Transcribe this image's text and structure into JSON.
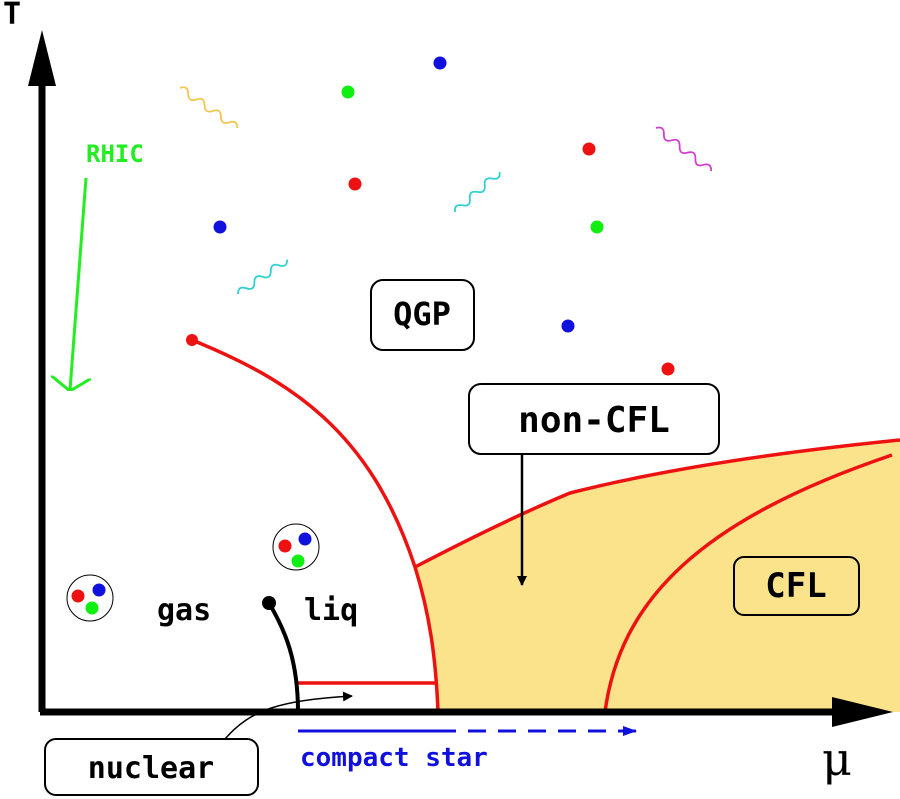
{
  "axes": {
    "y_label": "T",
    "x_label": "μ"
  },
  "labels": {
    "rhic": "RHIC",
    "qgp": "QGP",
    "non_cfl": "non-CFL",
    "cfl": "CFL",
    "gas": "gas",
    "liq": "liq",
    "nuclear": "nuclear",
    "compact_star": "compact star"
  },
  "colors": {
    "phase_boundary": "#ee1111",
    "cfl_region": "#fbe38c",
    "rhic": "#22ee22",
    "compact_star": "#1010dd",
    "axis": "#000000",
    "quark_red": "#ee1111",
    "quark_green": "#11ee11",
    "quark_blue": "#1111dd",
    "gluon_yellow": "#f0c850",
    "gluon_cyan": "#30d0d0",
    "gluon_magenta": "#d040d0"
  }
}
